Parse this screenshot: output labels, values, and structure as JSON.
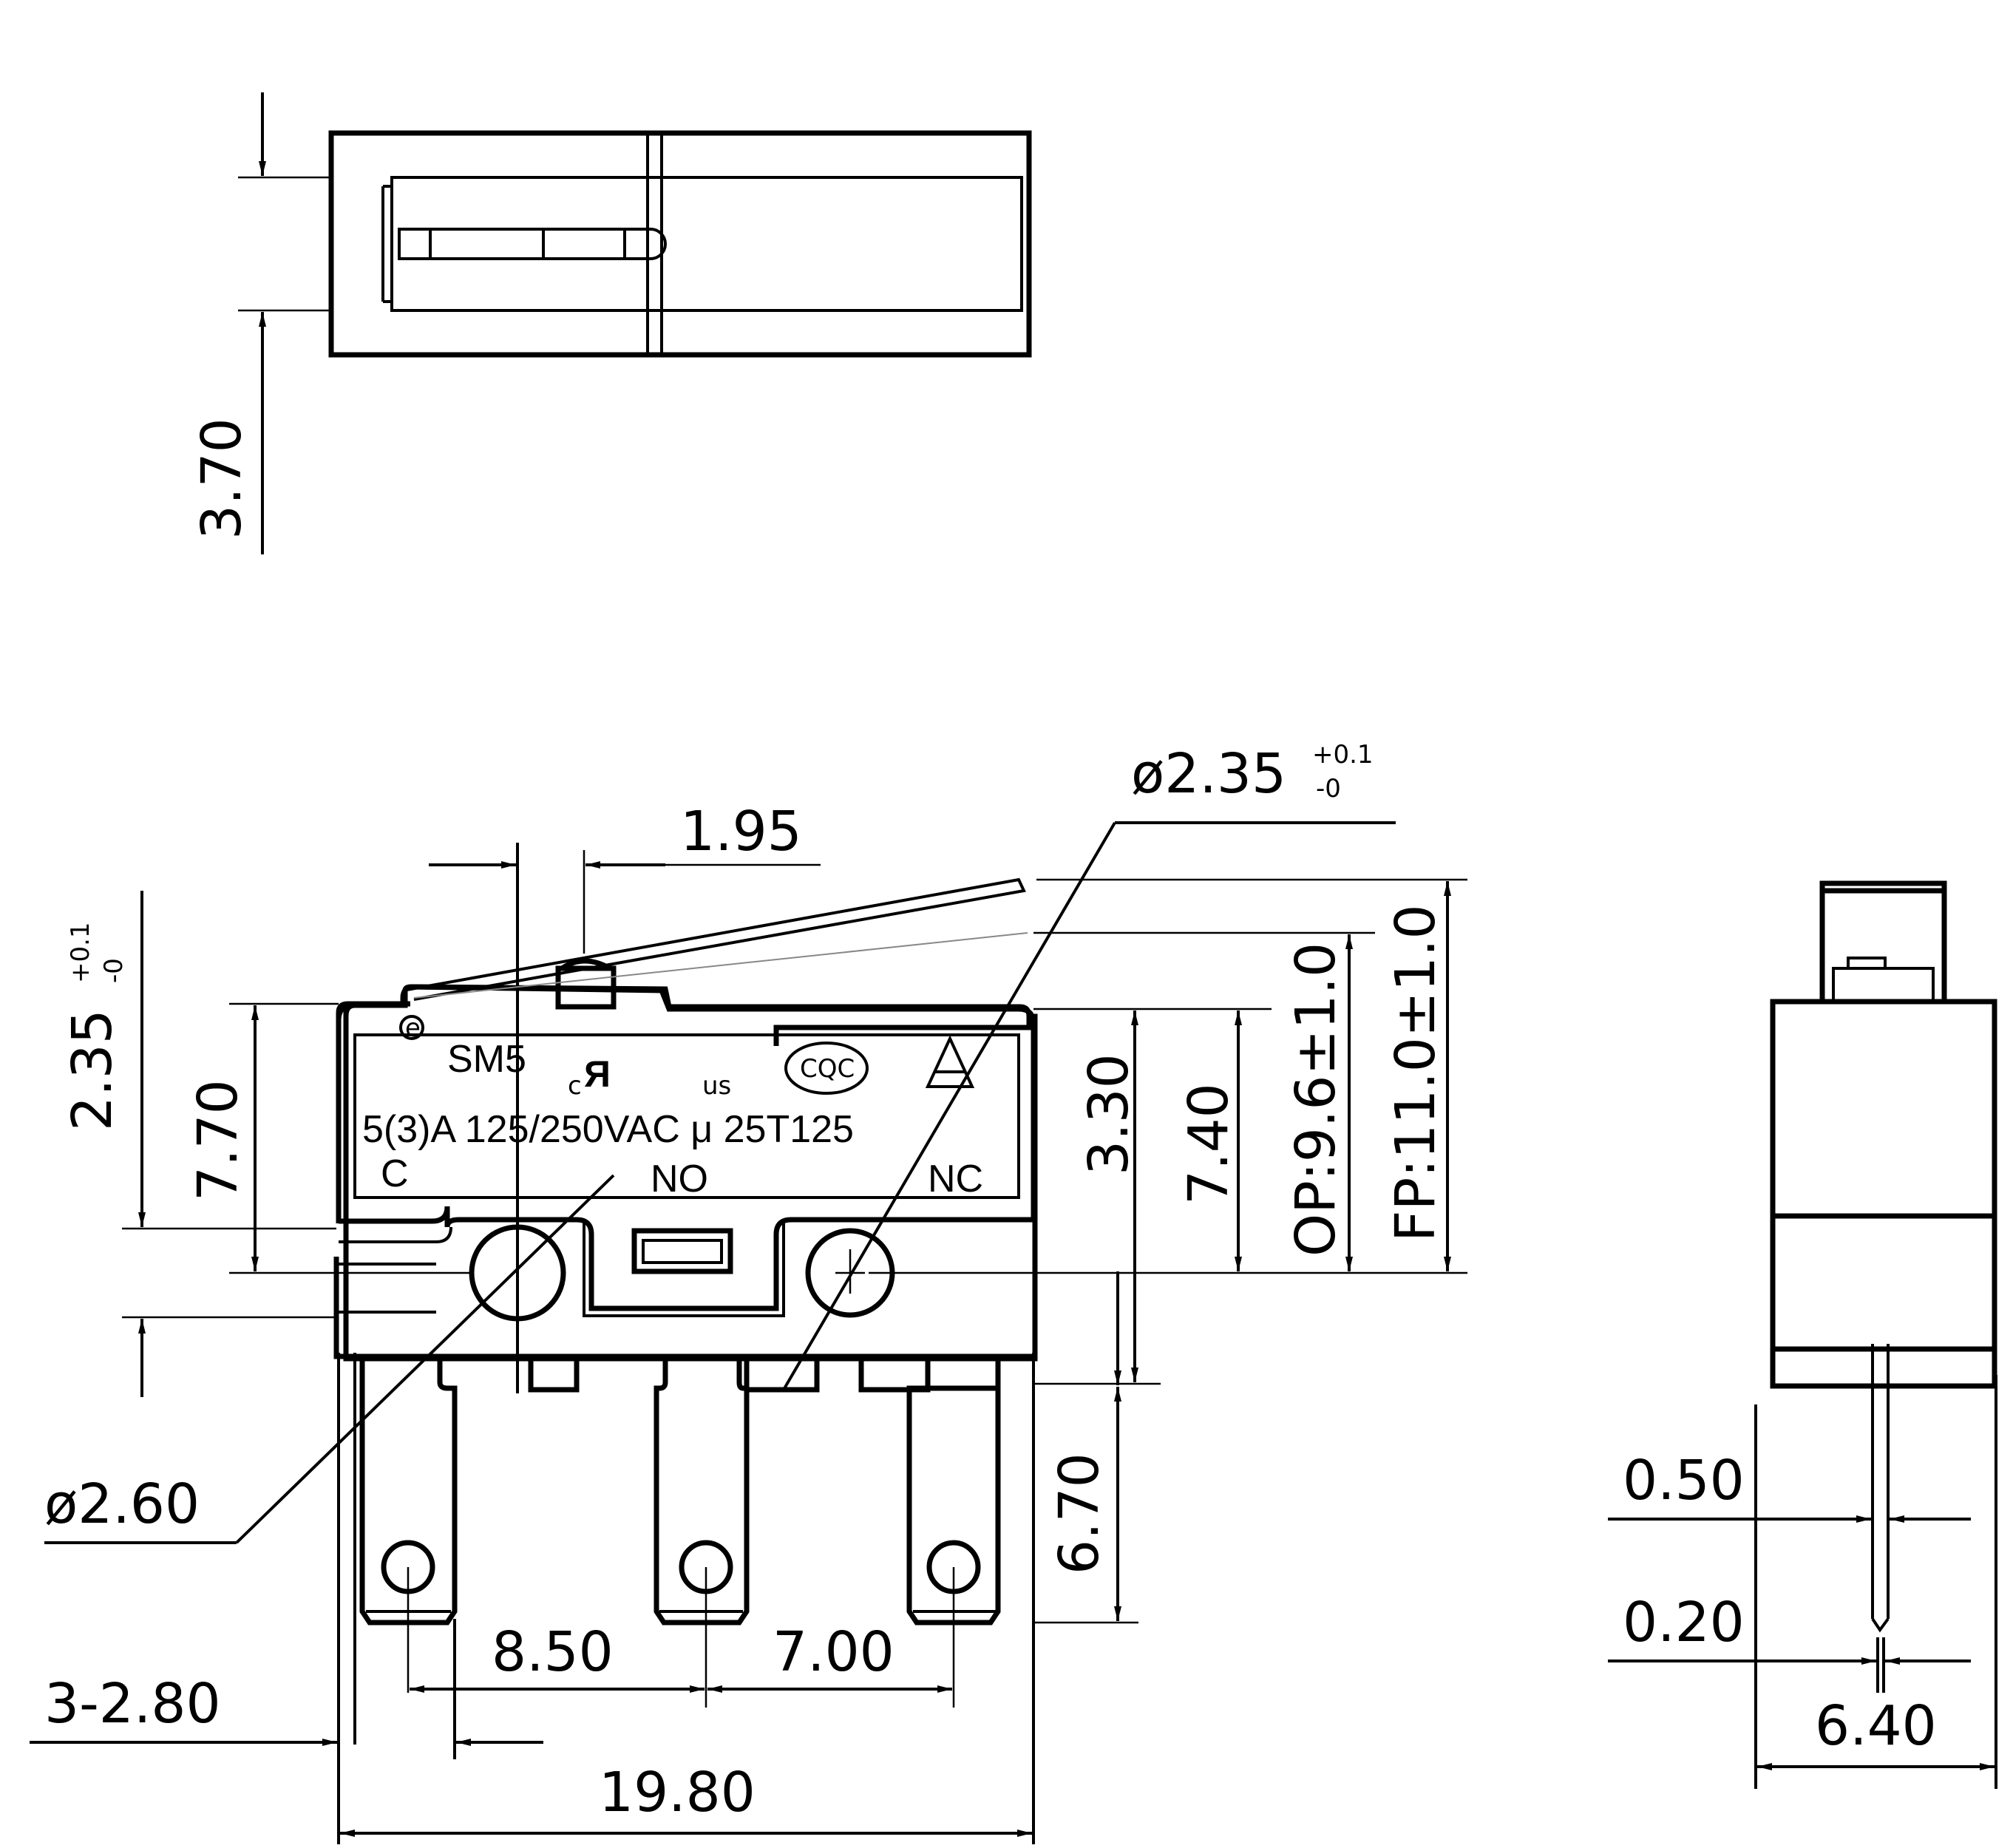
{
  "dimensions": {
    "top_height": "3.70",
    "lever_offset": "1.95",
    "hole_dia_main": "ø2.35",
    "hole_dia_tol_plus": "+0.1",
    "hole_dia_tol_minus": "-0",
    "left_dim_main": "2.35",
    "left_dim_tol_plus": "+0.1",
    "left_dim_tol_minus": "-0",
    "height_770": "7.70",
    "height_330": "3.30",
    "height_740": "7.40",
    "op": "OP:9.6±1.0",
    "fp": "FP:11.0±1.0",
    "hole_dia_small": "ø2.60",
    "terminal_length": "6.70",
    "pitch_left": "8.50",
    "pitch_right": "7.00",
    "terminal_holes": "3-2.80",
    "total_length": "19.80",
    "side_050": "0.50",
    "side_020": "0.20",
    "side_640": "6.40"
  },
  "markings": {
    "model": "SM5",
    "ul_prefix": "c",
    "ul_suffix": "us",
    "cqc": "CQC",
    "rating": "5(3)A 125/250VAC μ 25T125",
    "term_c": "C",
    "term_no": "NO",
    "term_nc": "NC"
  },
  "colors": {
    "line": "#000000",
    "background": "#ffffff"
  }
}
